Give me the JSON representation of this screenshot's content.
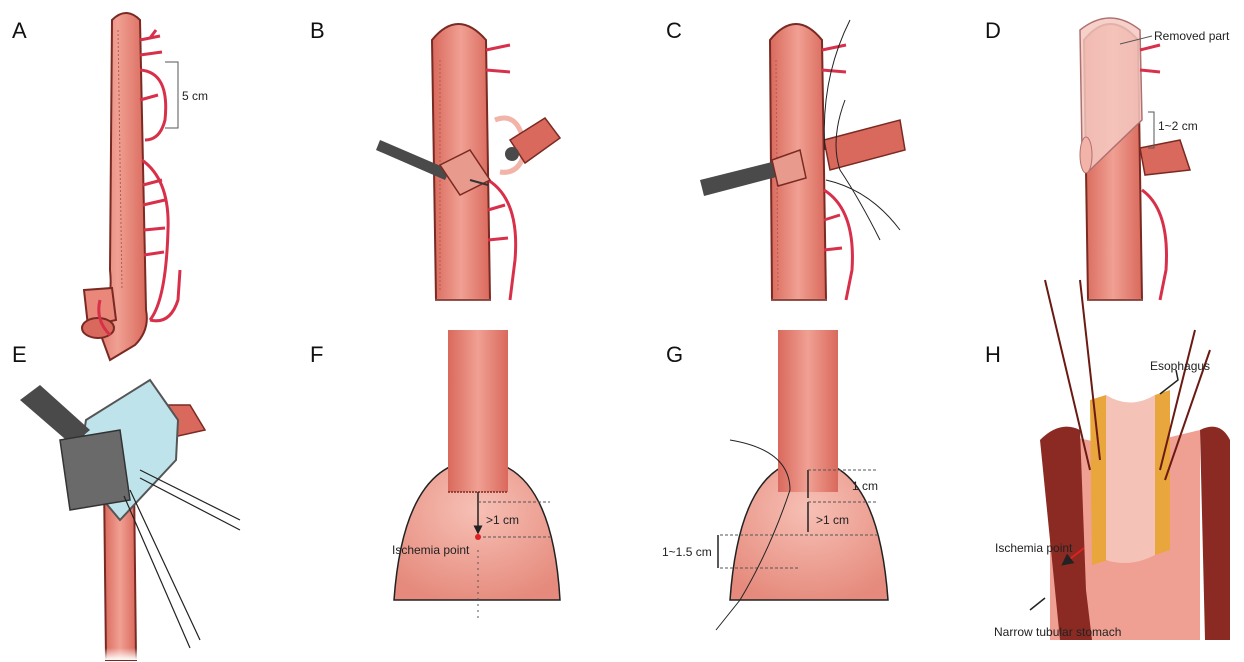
{
  "panels": [
    "A",
    "B",
    "C",
    "D",
    "E",
    "F",
    "G",
    "H"
  ],
  "annotations": {
    "a_length": "5 cm",
    "d_removed": "Removed part",
    "d_length": "1~2 cm",
    "f_distance": ">1 cm",
    "f_ischemia": "Ischemia point",
    "g_top": "1 cm",
    "g_mid": ">1 cm",
    "g_left": "1~1.5 cm",
    "h_esophagus": "Esophagus",
    "h_ischemia": "Ischemia point",
    "h_stomach": "Narrow tubular stomach"
  },
  "colors": {
    "tissue": "#e8877a",
    "tissue_light": "#f2b3a8",
    "outline": "#7a2a22",
    "vessel": "#d8304a",
    "instrument": "#4a4a4a",
    "stapler": "#bfe3ea",
    "esophagus": "#e9a63c",
    "stomach_wall": "#8b2a22",
    "arrow_red": "#e02020"
  }
}
